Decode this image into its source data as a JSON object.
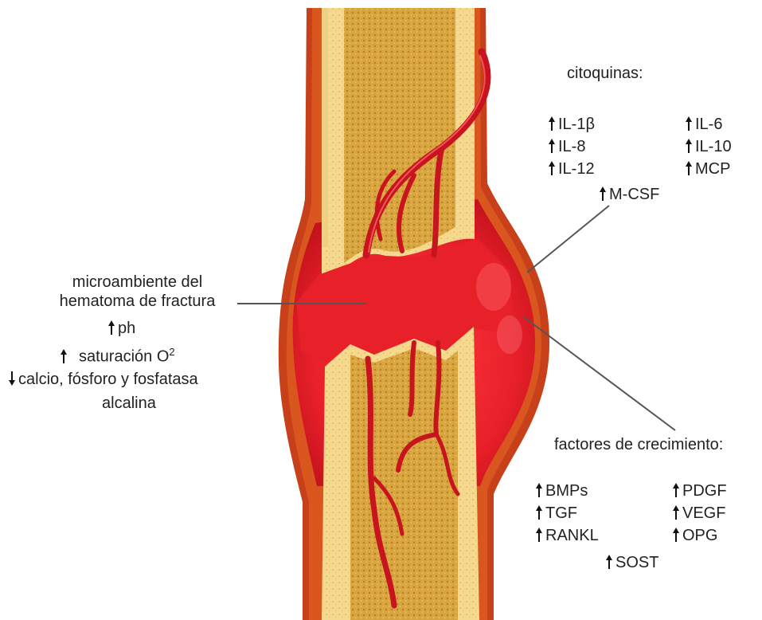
{
  "cytokines": {
    "title": "citoquinas:",
    "items": [
      "IL-1β",
      "IL-8",
      "IL-12",
      "IL-6",
      "IL-10",
      "MCP",
      "M-CSF"
    ]
  },
  "microenvironment": {
    "title_line1": "microambiente del",
    "title_line2": "hematoma de fractura",
    "ph": "ph",
    "oxygen": "saturación O",
    "oxygen_sup": "2",
    "minerals_line1": "calcio, fósforo y fosfatasa",
    "minerals_line2": "alcalina"
  },
  "growth_factors": {
    "title": "factores de crecimiento:",
    "items": [
      "BMPs",
      "TGF",
      "RANKL",
      "PDGF",
      "VEGF",
      "OPG",
      "SOST"
    ]
  },
  "colors": {
    "hematoma": "#e8202a",
    "periosteum": "#c8401a",
    "cortical_bone": "#f3d27e",
    "marrow": "#d9a53e",
    "vessel": "#c8141e"
  }
}
